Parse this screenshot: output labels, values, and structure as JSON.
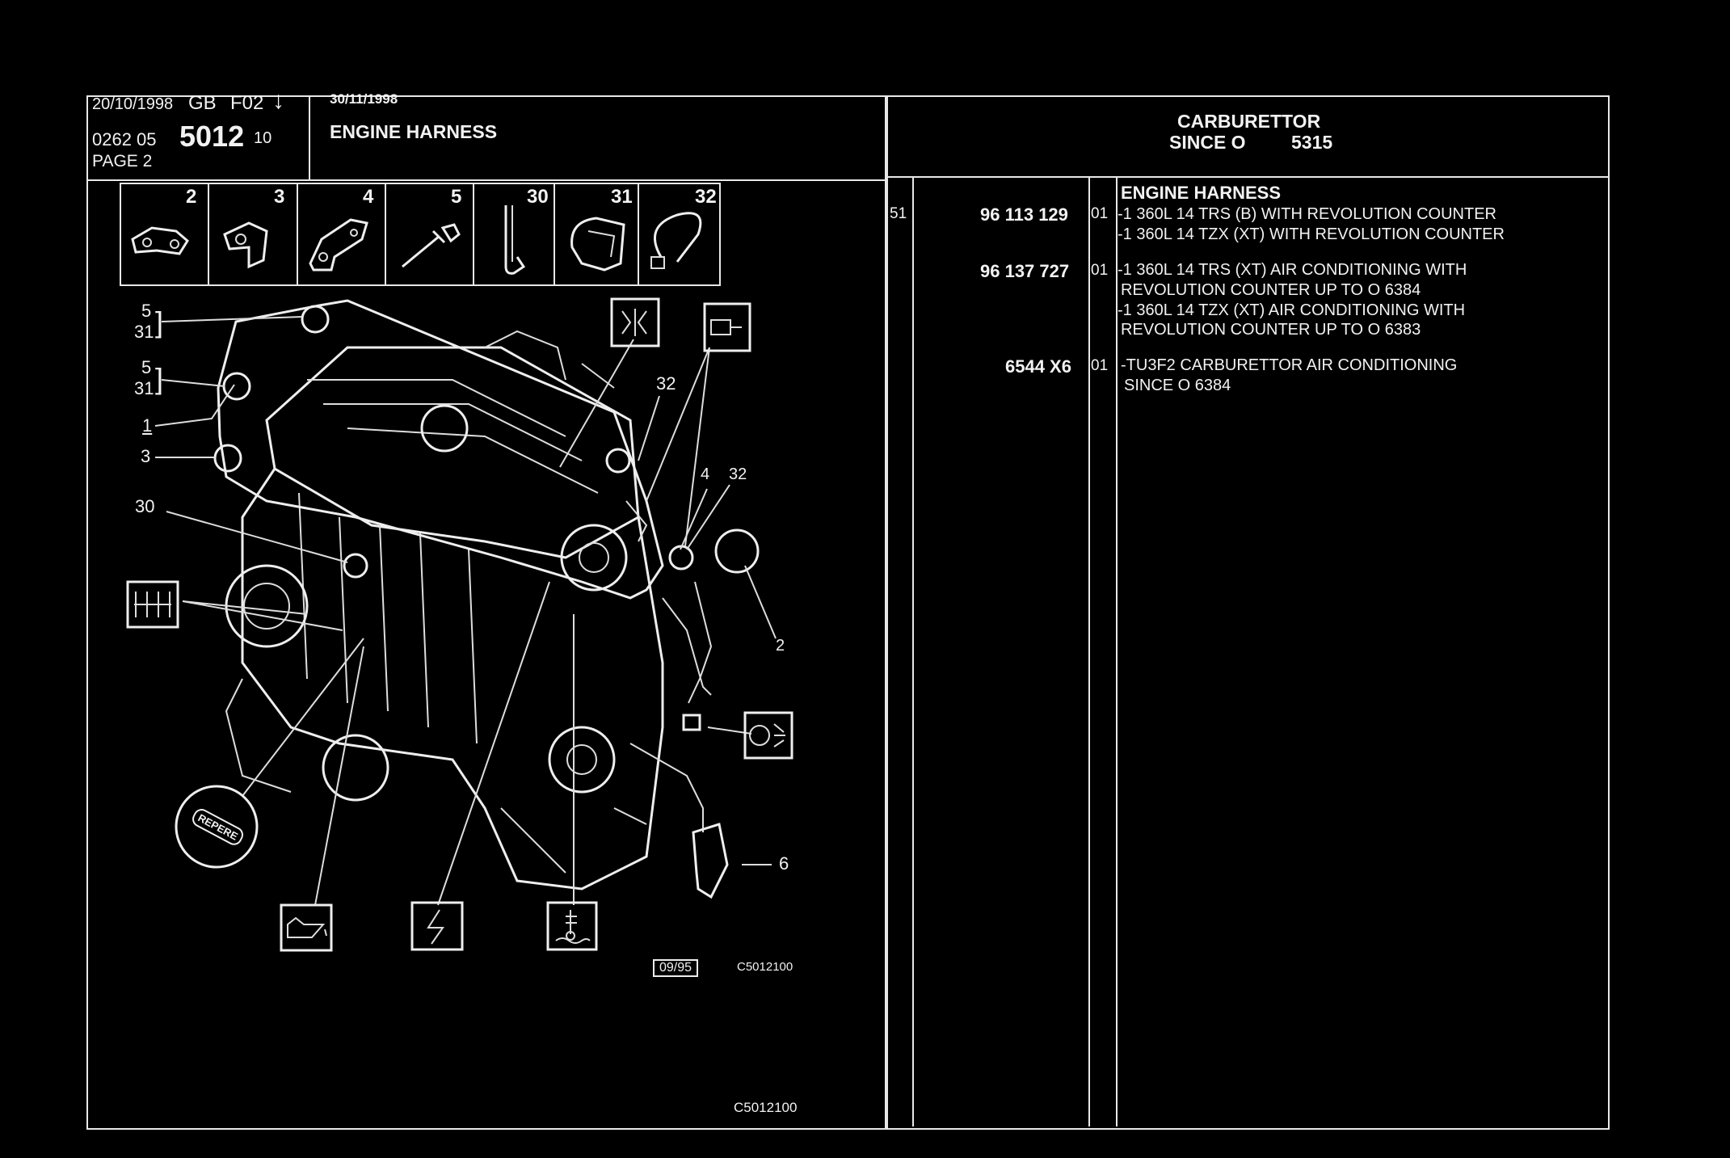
{
  "header": {
    "date_left": "20/10/1998",
    "lang": "GB",
    "form": "F02",
    "arrow": "↓",
    "code_prefix": "0262 05",
    "code_main": "5012",
    "code_suffix": "10",
    "page": "PAGE 2",
    "date_mid": "30/11/1998",
    "title": "ENGINE HARNESS",
    "right_title": "CARBURETTOR",
    "right_since_label": "SINCE O",
    "right_since_value": "5315"
  },
  "thumbs": [
    {
      "num": "2",
      "icon": "bracket-icon"
    },
    {
      "num": "3",
      "icon": "clip-icon"
    },
    {
      "num": "4",
      "icon": "angle-bracket-icon"
    },
    {
      "num": "5",
      "icon": "pin-icon"
    },
    {
      "num": "30",
      "icon": "hook-icon"
    },
    {
      "num": "31",
      "icon": "cover-clip-icon"
    },
    {
      "num": "32",
      "icon": "cable-tie-icon"
    }
  ],
  "callouts": {
    "c5a": "5",
    "c31a": "31",
    "c5b": "5",
    "c31b": "31",
    "c1": "1",
    "c3": "3",
    "c30": "30",
    "c32a": "32",
    "c4": "4",
    "c32b": "32",
    "c2": "2",
    "c6": "6",
    "repere": "REPERE"
  },
  "diagram_footer": {
    "date_box": "09/95",
    "ref_small": "C5012100",
    "ref_bottom": "C5012100"
  },
  "parts": {
    "section_title": "ENGINE HARNESS",
    "item_no": "51",
    "rows": [
      {
        "ref": "96 113 129",
        "qty": "01",
        "lines": [
          "-1 360L 14 TRS (B) WITH REVOLUTION COUNTER",
          "-1 360L 14 TZX (XT) WITH REVOLUTION COUNTER"
        ]
      },
      {
        "ref": "96 137 727",
        "qty": "01",
        "lines": [
          "-1 360L 14 TRS (XT) AIR CONDITIONING WITH",
          " REVOLUTION COUNTER UP  TO  O  6384",
          "-1 360L 14 TZX (XT) AIR CONDITIONING WITH",
          " REVOLUTION COUNTER UP  TO  O  6383"
        ]
      },
      {
        "ref": "6544 X6",
        "qty": "01",
        "lines": [
          "-TU3F2 CARBURETTOR AIR CONDITIONING",
          " SINCE  O  6384"
        ]
      }
    ]
  }
}
